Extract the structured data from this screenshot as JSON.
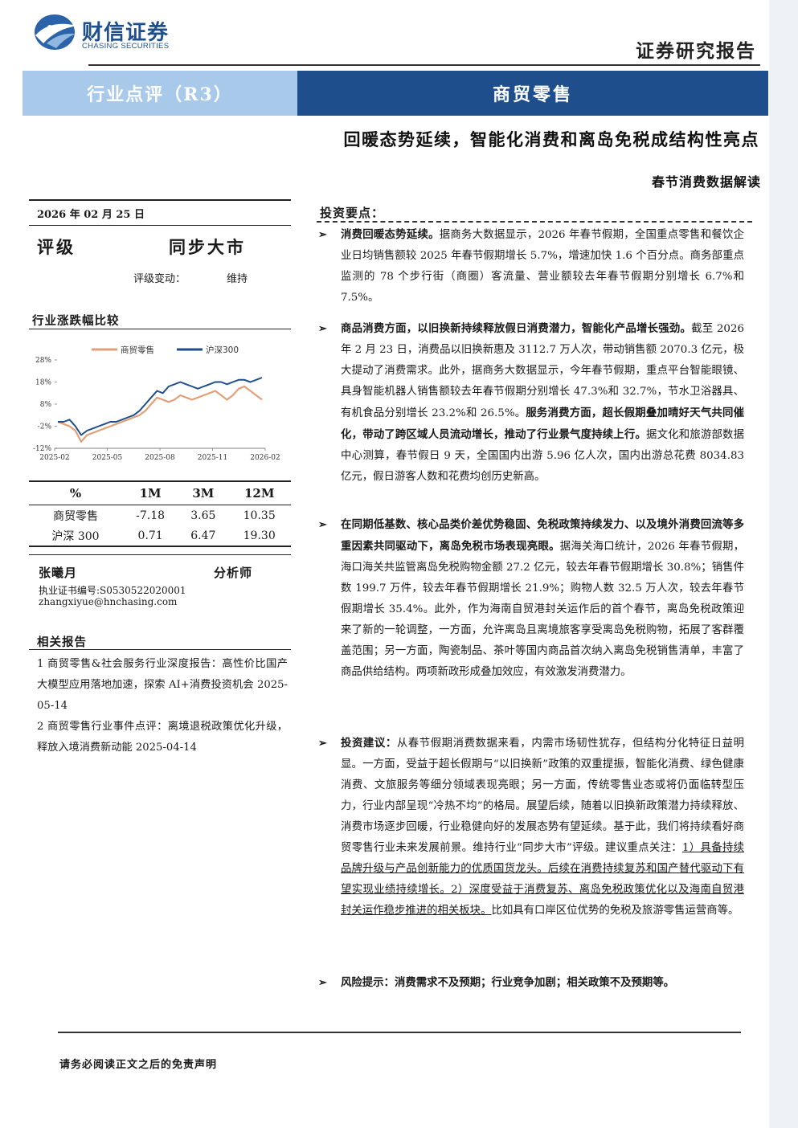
{
  "header": {
    "logo_cn": "财信证券",
    "logo_en": "CHASING SECURITIES",
    "report_type": "证券研究报告",
    "band_left": "行业点评（R3）",
    "band_right": "商贸零售",
    "headline": "回暖态势延续，智能化消费和离岛免税成结构性亮点",
    "subheadline": "春节消费数据解读"
  },
  "left": {
    "date": "2026 年 02 月 25 日",
    "rating_label": "评级",
    "rating_value": "同步大市",
    "rating_change_label": "评级变动：",
    "rating_change_value": "维持",
    "chart_section_title": "行业涨跌幅比较",
    "perf_table": {
      "headers": [
        "%",
        "1M",
        "3M",
        "12M"
      ],
      "rows": [
        [
          "商贸零售",
          "-7.18",
          "3.65",
          "10.35"
        ],
        [
          "沪深 300",
          "0.71",
          "6.47",
          "19.30"
        ]
      ]
    },
    "analyst": {
      "name": "张曦月",
      "role": "分析师",
      "cert": "执业证书编号:S0530522020001",
      "email": "zhangxiyue@hnchasing.com"
    },
    "related_title": "相关报告",
    "related": [
      "1 商贸零售&社会服务行业深度报告：高性价比国产大模型应用落地加速，探索 AI+消费投资机会 2025-05-14",
      "2 商贸零售行业事件点评：离境退税政策优化升级，释放入境消费新动能 2025-04-14"
    ]
  },
  "chart_data": {
    "type": "line",
    "title": "",
    "xlabel": "",
    "ylabel": "",
    "ylim": [
      -12,
      28
    ],
    "yticks": [
      "28%",
      "18%",
      "8%",
      "-2%",
      "-12%"
    ],
    "xticks": [
      "2025-02",
      "2025-05",
      "2025-08",
      "2025-11",
      "2026-02"
    ],
    "legend_position": "top",
    "series": [
      {
        "name": "商贸零售",
        "color": "#e0a07a",
        "values": [
          0,
          -1,
          -2,
          -4,
          -9,
          -6,
          -5,
          -4,
          -3,
          -2,
          -1,
          0,
          1,
          2,
          3,
          5,
          8,
          11,
          10,
          9,
          10,
          12,
          11,
          10,
          11,
          12,
          13,
          14,
          12,
          10,
          12,
          15,
          16,
          14,
          12,
          10
        ]
      },
      {
        "name": "沪深300",
        "color": "#1f4e8c",
        "values": [
          0,
          0,
          1,
          -2,
          -6,
          -4,
          -3,
          -2,
          -1,
          0,
          0,
          1,
          2,
          3,
          5,
          8,
          11,
          14,
          13,
          16,
          17,
          18,
          17,
          16,
          15,
          16,
          17,
          18,
          18,
          17,
          18,
          19,
          19,
          18,
          19,
          20
        ]
      }
    ]
  },
  "right": {
    "key_points_title": "投资要点：",
    "bullet_symbol": "➢",
    "p1_bold": "消费回暖态势延续。",
    "p1_text": "据商务大数据显示，2026 年春节假期，全国重点零售和餐饮企业日均销售额较 2025 年春节假期增长 5.7%，增速加快 1.6 个百分点。商务部重点监测的 78 个步行街（商圈）客流量、营业额较去年春节假期分别增长 6.7%和 7.5%。",
    "p2_bold1": "商品消费方面，以旧换新持续释放假日消费潜力，智能化产品增长强劲。",
    "p2_text1": "截至 2026 年 2 月 23 日，消费品以旧换新惠及 3112.7 万人次，带动销售额 2070.3 亿元，极大提动了消费需求。此外，据商务大数据显示，今年春节假期，重点平台智能眼镜、具身智能机器人销售额较去年春节假期分别增长 47.3%和 32.7%，节水卫浴器具、有机食品分别增长 23.2%和 26.5%。",
    "p2_bold2": "服务消费方面，超长假期叠加晴好天气共同催化，带动了跨区域人员流动增长，推动了行业景气度持续上行。",
    "p2_text2": "据文化和旅游部数据中心测算，春节假日 9 天，全国国内出游 5.96 亿人次，国内出游总花费 8034.83 亿元，假日游客人数和花费均创历史新高。",
    "p3_bold": "在同期低基数、核心品类价差优势稳固、免税政策持续发力、以及境外消费回流等多重因素共同驱动下，离岛免税市场表现亮眼。",
    "p3_text": "据海关海口统计，2026 年春节假期，海口海关共监管离岛免税购物金额 27.2 亿元，较去年春节假期增长 30.8%；销售件数 199.7 万件，较去年春节假期增长 21.9%；购物人数 32.5 万人次，较去年春节假期增长 35.4%。此外，作为海南自贸港封关运作后的首个春节，离岛免税政策迎来了新的一轮调整，一方面，允许离岛且离境旅客享受离岛免税购物，拓展了客群覆盖范围；另一方面，陶瓷制品、茶叶等国内商品首次纳入离岛免税销售清单，丰富了商品供给结构。两项新政形成叠加效应，有效激发消费潜力。",
    "p4_bold": "投资建议：",
    "p4_text1": "从春节假期消费数据来看，内需市场韧性犹存，但结构分化特征日益明显。一方面，受益于超长假期与“以旧换新”政策的双重提振，智能化消费、绿色健康消费、文旅服务等细分领域表现亮眼；另一方面，传统零售业态或将仍面临转型压力，行业内部呈现“冷热不均”的格局。展望后续，随着以旧换新政策潜力持续释放、消费市场逐步回暖，行业稳健向好的发展态势有望延续。基于此，我们将持续看好商贸零售行业未来发展前景。维持行业“同步大市”评级。建议重点关注：",
    "p4_u1": "1）具备持续品牌升级与产品创新能力的优质国货龙头。后续在消费持续复苏和国产替代驱动下有望实现业绩持续增长。",
    "p4_u2": "2）深度受益于消费复苏、离岛免税政策优化以及海南自贸港封关运作稳步推进的相关板块。",
    "p4_text2": "比如具有口岸区位优势的免税及旅游零售运营商等。",
    "p5_bold": "风险提示：消费需求不及预期；行业竞争加剧；相关政策不及预期等。"
  },
  "footer": {
    "disclaimer": "请务必阅读正文之后的免责声明"
  }
}
